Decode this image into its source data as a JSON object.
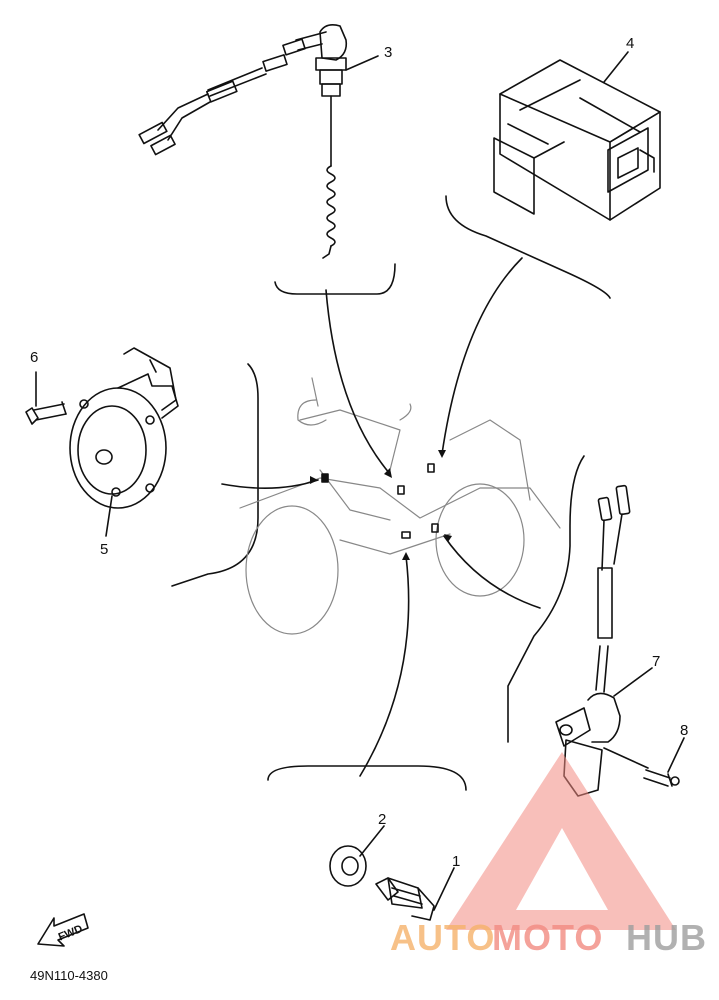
{
  "diagram": {
    "part_code": "49N110-4380",
    "fwd_label": "FWD",
    "callouts": [
      {
        "id": "c1",
        "text": "1"
      },
      {
        "id": "c2",
        "text": "2"
      },
      {
        "id": "c3",
        "text": "3"
      },
      {
        "id": "c4",
        "text": "4"
      },
      {
        "id": "c5",
        "text": "5"
      },
      {
        "id": "c6",
        "text": "6"
      },
      {
        "id": "c7",
        "text": "7"
      },
      {
        "id": "c8",
        "text": "8"
      }
    ]
  },
  "watermark": {
    "part_a": "AUTO",
    "part_b": "MOTO",
    "part_c": "HUB",
    "color_a": "#f6b26b",
    "color_b": "#f28b82",
    "color_c": "#9e9e9e",
    "logo_color": "#f28b82"
  }
}
